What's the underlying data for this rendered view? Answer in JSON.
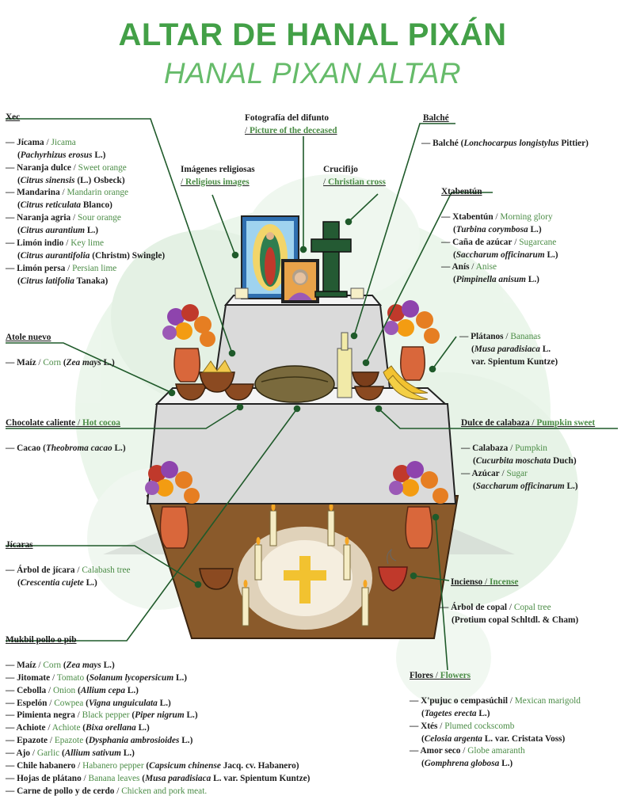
{
  "title": {
    "es": "ALTAR DE HANAL PIXÁN",
    "en": "HANAL PIXAN ALTAR"
  },
  "xec": {
    "heading": "Xec",
    "items": [
      {
        "es": "Jícama",
        "en": "Jicama",
        "sci": "Pachyrhizus erosus",
        "auth": "L."
      },
      {
        "es": "Naranja dulce",
        "en": "Sweet orange",
        "sci": "Citrus sinensis",
        "auth": "(L.) Osbeck"
      },
      {
        "es": "Mandarina",
        "en": "Mandarin orange",
        "sci": "Citrus reticulata",
        "auth": "Blanco"
      },
      {
        "es": "Naranja agria",
        "en": "Sour orange",
        "sci": "Citrus aurantium",
        "auth": "L."
      },
      {
        "es": "Limón indio",
        "en": "Key lime",
        "sci": "Citrus aurantifolia",
        "auth": "(Christm) Swingle"
      },
      {
        "es": "Limón persa",
        "en": "Persian lime",
        "sci": "Citrus latifolia",
        "auth": "Tanaka"
      }
    ]
  },
  "atole": {
    "heading": "Atole nuevo",
    "items": [
      {
        "es": "Maíz",
        "en": "Corn",
        "sci": "Zea mays",
        "auth": "L."
      }
    ]
  },
  "chocolate": {
    "heading_es": "Chocolate caliente",
    "heading_en": "Hot cocoa",
    "items": [
      {
        "es": "Cacao",
        "sci": "Theobroma cacao",
        "auth": "L."
      }
    ]
  },
  "jicaras": {
    "heading": "Jícaras",
    "items": [
      {
        "es": "Árbol de jícara",
        "en": "Calabash tree",
        "sci": "Crescentia cujete",
        "auth": "L."
      }
    ]
  },
  "mukbil": {
    "heading": "Mukbil pollo o pib",
    "items": [
      {
        "es": "Maíz",
        "en": "Corn",
        "sci": "Zea mays",
        "auth": "L."
      },
      {
        "es": "Jitomate",
        "en": "Tomato",
        "sci": "Solanum lycopersicum",
        "auth": "L."
      },
      {
        "es": "Cebolla",
        "en": "Onion",
        "sci": "Allium cepa",
        "auth": "L."
      },
      {
        "es": "Espelón",
        "en": "Cowpea",
        "sci": "Vigna unguiculata",
        "auth": "L."
      },
      {
        "es": "Pimienta negra",
        "en": "Black pepper",
        "sci": "Piper nigrum",
        "auth": "L."
      },
      {
        "es": "Achiote",
        "en": "Achiote",
        "sci": "Bixa orellana",
        "auth": "L."
      },
      {
        "es": "Epazote",
        "en": "Epazote",
        "sci": "Dysphania ambrosioides",
        "auth": "L."
      },
      {
        "es": "Ajo",
        "en": "Garlic",
        "sci": "Allium sativum",
        "auth": "L."
      },
      {
        "es": "Chile habanero",
        "en": "Habanero pepper",
        "sci": "Capsicum chinense",
        "auth": "Jacq. cv. Habanero"
      },
      {
        "es": "Hojas de plátano",
        "en": "Banana leaves",
        "sci": "Musa paradisiaca",
        "auth": "L. var. Spientum Kuntze"
      },
      {
        "es": "Carne de pollo y de cerdo",
        "en": "Chicken and pork meat."
      }
    ]
  },
  "foto": {
    "heading": "Fotografía del difunto",
    "sub": "Picture of the deceased"
  },
  "imagenes": {
    "heading": "Imágenes religiosas",
    "sub": "Religious images"
  },
  "crucifijo": {
    "heading": "Crucifijo",
    "sub": "Christian cross"
  },
  "balche": {
    "heading": "Balché",
    "items": [
      {
        "es": "Balché",
        "sci": "Lonchocarpus longistylus",
        "auth": "Pittier"
      }
    ]
  },
  "xtabentun": {
    "heading": "Xtabentún",
    "items": [
      {
        "es": "Xtabentún",
        "en": "Morning glory",
        "sci": "Turbina corymbosa",
        "auth": "L."
      },
      {
        "es": "Caña de azúcar",
        "en": "Sugarcane",
        "sci": "Saccharum officinarum",
        "auth": "L."
      },
      {
        "es": "Anís",
        "en": "Anise",
        "sci": "Pimpinella anisum",
        "auth": "L."
      }
    ]
  },
  "platanos": {
    "items": [
      {
        "es": "Plátanos",
        "en": "Bananas",
        "sci": "Musa paradisiaca",
        "auth": "L.",
        "auth2": "var. Spientum Kuntze"
      }
    ]
  },
  "dulce": {
    "heading_es": "Dulce de calabaza",
    "heading_en": "Pumpkin sweet",
    "items": [
      {
        "es": "Calabaza",
        "en": "Pumpkin",
        "sci": "Cucurbita moschata",
        "auth": "Duch"
      },
      {
        "es": "Azúcar",
        "en": "Sugar",
        "sci": "Saccharum officinarum",
        "auth": "L."
      }
    ]
  },
  "incienso": {
    "heading_es": "Incienso",
    "heading_en": "Incense",
    "items": [
      {
        "es": "Árbol de copal",
        "en": "Copal tree",
        "auth": "(Protium copal Schltdl. & Cham)"
      }
    ]
  },
  "flores": {
    "heading_es": "Flores",
    "heading_en": "Flowers",
    "items": [
      {
        "es": "X'pujuc o cempasúchil",
        "en": "Mexican marigold",
        "sci": "Tagetes erecta",
        "auth": "L."
      },
      {
        "es": "Xtés",
        "en": "Plumed cockscomb",
        "sci": "Celosia argenta",
        "auth": "L. var. Cristata Voss"
      },
      {
        "es": "Amor seco",
        "en": "Globe amaranth",
        "sci": "Gomphrena globosa",
        "auth": "L."
      }
    ]
  },
  "colors": {
    "title": "#43a047",
    "subtitle": "#66bb6a",
    "english": "#4b8c46",
    "leader": "#1f5a2a",
    "cloth": "#d9d9d9",
    "base": "#8a5a2b"
  }
}
